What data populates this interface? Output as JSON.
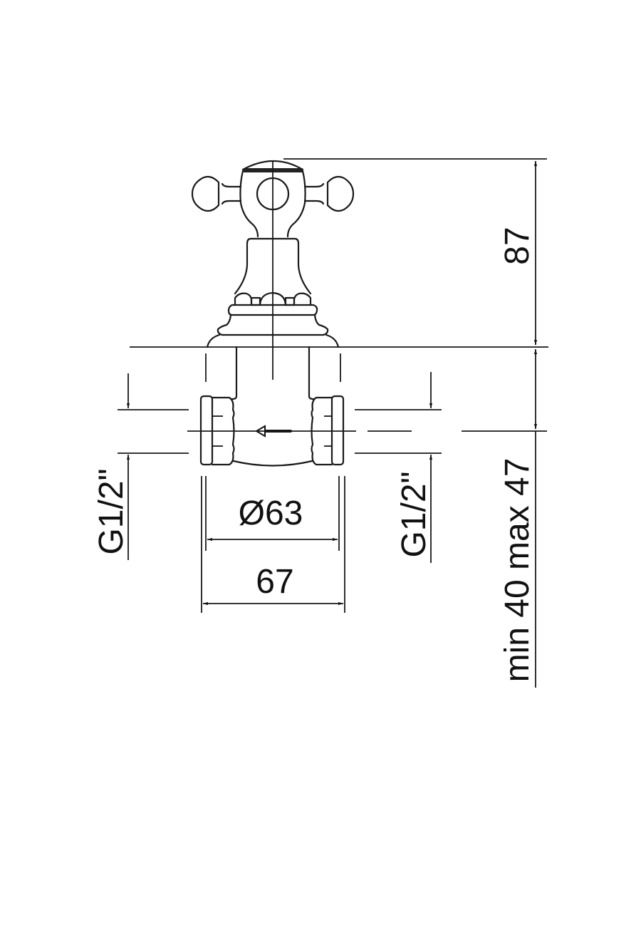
{
  "drawing": {
    "subject": "Concealed cross-handle stop valve, technical dimension drawing",
    "dimensions": {
      "height_handle": "87",
      "inlet_thread_left": "G1/2\"",
      "inlet_thread_right": "G1/2\"",
      "flange_diameter": "Ø63",
      "body_width": "67",
      "wall_depth": "min 40  max 47"
    },
    "colors": {
      "line": "#1a1a1a",
      "background": "#ffffff"
    }
  }
}
